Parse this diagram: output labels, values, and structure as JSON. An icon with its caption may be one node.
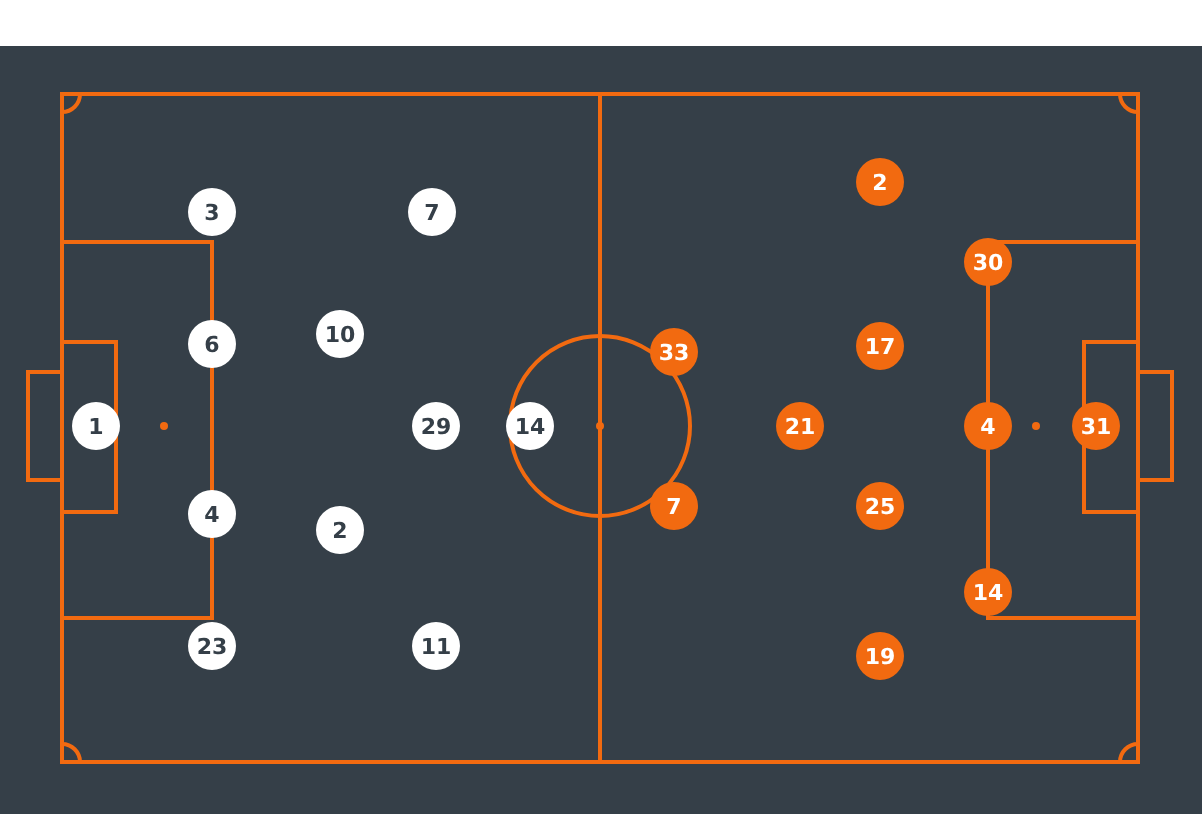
{
  "diagram": {
    "nodes": [
      {
        "text": [
          "3"
        ]
      },
      {
        "text": [
          "7"
        ]
      },
      {
        "text": [
          "2"
        ]
      },
      {
        "text": [
          "30"
        ]
      },
      {
        "text": [
          "6"
        ]
      },
      {
        "text": [
          "10"
        ]
      },
      {
        "text": [
          "33"
        ]
      },
      {
        "text": [
          "17"
        ]
      },
      {
        "text": [
          "1"
        ]
      },
      {
        "text": [
          "29"
        ]
      },
      {
        "text": [
          "14"
        ]
      },
      {
        "text": [
          "21"
        ]
      },
      {
        "text": [
          "4"
        ]
      },
      {
        "text": [
          "31"
        ]
      },
      {
        "text": [
          "4"
        ]
      },
      {
        "text": [
          "2"
        ]
      },
      {
        "text": [
          "7"
        ]
      },
      {
        "text": [
          "25"
        ]
      },
      {
        "text": [
          "14"
        ]
      },
      {
        "text": [
          "23"
        ]
      },
      {
        "text": [
          "11"
        ]
      },
      {
        "text": [
          "19"
        ]
      }
    ]
  }
}
